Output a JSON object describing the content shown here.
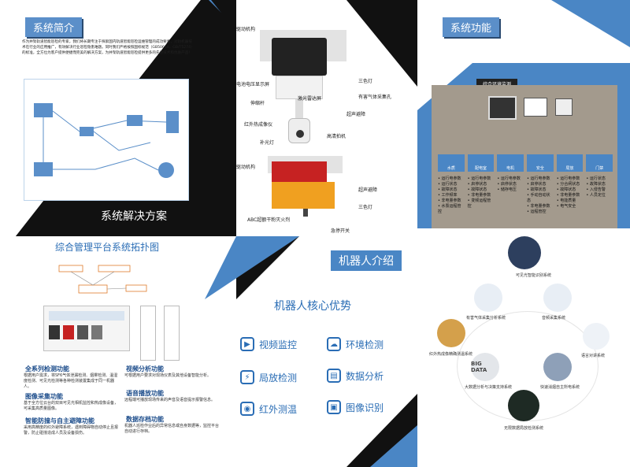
{
  "panel1": {
    "title": "系统简介",
    "intro": "作为并架轨道智能巡检的专家，我们将长期专注于探索国内轨道智能巡检运维管理的成功要素，对轨机器技术在行业的应用推广，有效解决行业巡检隐患难题。同时我们严格按照国标规范（GB50618，GB/T5274）的标准，全方位为客户提供便捷而完美的解决方案，为并架轨道智能巡检提供更多的先进技术和优质产品！",
    "solution_title": "系统解决方案"
  },
  "panel2": {
    "top_labels": [
      "驱动机构",
      "电池电压显示屏",
      "伸缩杆",
      "红外热成像仪",
      "补光灯",
      "三色灯",
      "有害气体采集孔",
      "激光雷达屏",
      "超声避障",
      "高清拍机"
    ],
    "bottom_labels": [
      "驱动机构",
      "超声避障",
      "三色灯",
      "ABC超额干粉灭火剂",
      "急停开关"
    ]
  },
  "panel3": {
    "title": "系统功能",
    "env_title": "综合环境监测",
    "tags": [
      "水质",
      "配电室",
      "电机",
      "安全",
      "局放",
      "门禁"
    ],
    "columns": [
      [
        "运行电参数",
        "运行状态",
        "故障状态",
        "工作频率",
        "非电量参数",
        "水泵运程管控"
      ],
      [
        "运行电参数",
        "启停状态",
        "故障状态",
        "非电量参数",
        "变频运程管控"
      ],
      [
        "运行电参数",
        "启停状态",
        "储存电压"
      ],
      [
        "运行电参数",
        "启停状态",
        "故障状态",
        "手动自动状态",
        "非电量参数",
        "运程管控"
      ],
      [
        "运行电参数",
        "分合闸状态",
        "故障状态",
        "非电量参数",
        "电能质量",
        "电气安全"
      ],
      [
        "运行状态",
        "故障状态",
        "入侵告警",
        "人员定位"
      ]
    ]
  },
  "topology": {
    "title": "综合管理平台系统拓扑图",
    "features": [
      {
        "h": "全系列检测功能",
        "p": "根据用户需求，将SF6气体泄漏检测、烟雾检测、温湿度检测、可见光检测等各种检测装置集成于同一机器人。"
      },
      {
        "h": "图像采集功能",
        "p": "基于全方位云台的双目可见光相机监控和热成像设备，可采集高质量图像。"
      },
      {
        "h": "智能防撞与自主避障功能",
        "p": "采用高精度的红外避障系统，遇到障碍物自动停止且报警，防止碰撞造成人员及设备损伤。"
      },
      {
        "h": "视频分析功能",
        "p": "可根据用户要求对现场仪表及其他设备智能分析。"
      },
      {
        "h": "语音播放功能",
        "p": "远程端可播放现场传来的声音及语音提示报警信息。"
      },
      {
        "h": "数据存档功能",
        "p": "机器人巡检作业后的异常信息或自身数据等，监控平台自动进行存档。"
      }
    ]
  },
  "robot": {
    "title": "机器人介绍",
    "adv_title": "机器人核心优势",
    "items": [
      {
        "icon": "▶",
        "label": "视频监控"
      },
      {
        "icon": "☁",
        "label": "环境检测"
      },
      {
        "icon": "⚡",
        "label": "局放检测"
      },
      {
        "icon": "▤",
        "label": "数据分析"
      },
      {
        "icon": "◉",
        "label": "红外测温"
      },
      {
        "icon": "▣",
        "label": "图像识别"
      }
    ]
  },
  "capabilities": {
    "captions": [
      "可见光智能识别系统",
      "有害气体采集分析系统",
      "音频采集系统",
      "红外热成像精确测温系统",
      "语言对讲系统",
      "大数据分析与决策支持系统",
      "快速消烟自主所电系统",
      "无限数据局放检测系统"
    ],
    "big_data": "BIG DATA"
  }
}
